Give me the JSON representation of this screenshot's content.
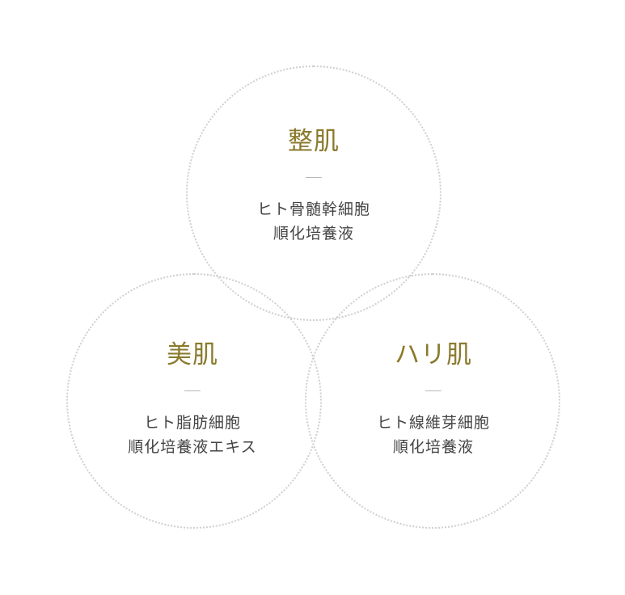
{
  "circles": {
    "top": {
      "title": "整肌",
      "lines": [
        "ヒト骨髄幹細胞",
        "順化培養液"
      ]
    },
    "left": {
      "title": "美肌",
      "lines": [
        "ヒト脂肪細胞",
        "順化培養液エキス"
      ]
    },
    "right": {
      "title": "ハリ肌",
      "lines": [
        "ヒト線維芽細胞",
        "順化培養液"
      ]
    }
  },
  "colors": {
    "title": "#8a7a2c",
    "text": "#444444",
    "circle_border": "#cfcfcf",
    "divider": "#b8b8b8"
  }
}
